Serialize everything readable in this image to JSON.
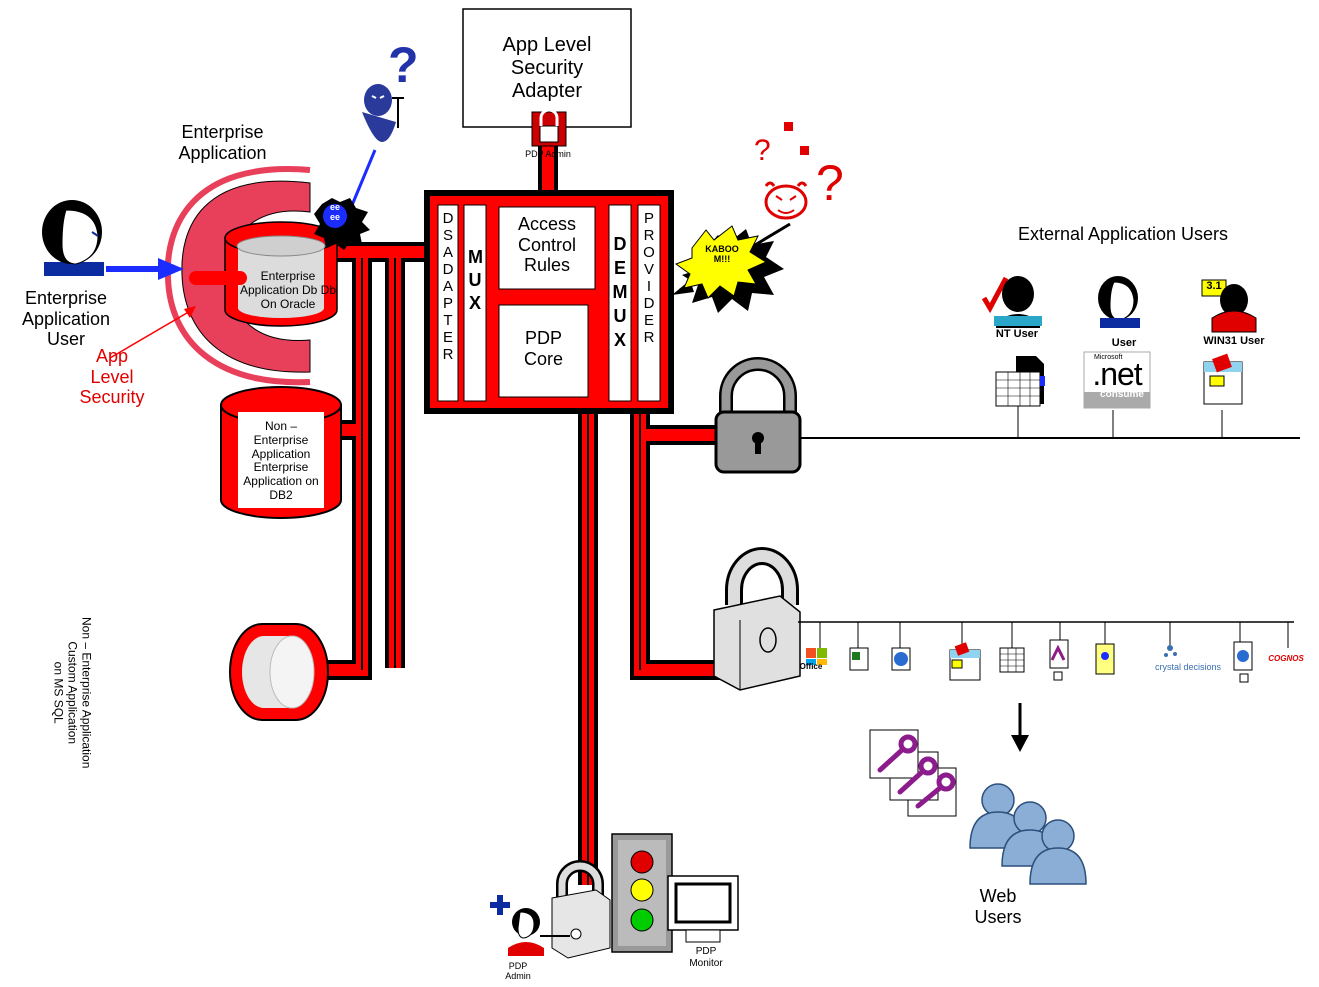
{
  "labels": {
    "app_level_security_adapter": "App Level\nSecurity\nAdapter",
    "pdp_admin_top": "PDP Admin",
    "enterprise_application": "Enterprise\nApplication",
    "enterprise_application_user": "Enterprise\nApplication\nUser",
    "app_level_security": "App\nLevel\nSecurity",
    "enterprise_app_db": "Enterprise\nApplication Db Db\nOn Oracle",
    "eyes": "ee\nee",
    "non_enterprise_db2": "Non –\nEnterprise\nApplication\nEnterprise\nApplication on\nDB2",
    "ms_sql": "Non – Enterprise Application\nCustom Application\non MS SQL",
    "ds_adapter": "DSADAPTER",
    "mux": "MUX",
    "access_control_rules": "Access\nControl\nRules",
    "pdp_core": "PDP\nCore",
    "de_mux": "DE\nMUX",
    "provider": "PROVIDER",
    "kaboom": "KABOO\nM!!!",
    "external_application_users": "External Application Users",
    "nt_user": "NT User",
    "user": "User",
    "win31_user": "WIN31 User",
    "win31_badge": "3.1",
    "dotnet": ".net",
    "microsoft": "Microsoft",
    "consumer": "consume",
    "office": "Office",
    "crystal": "crystal decisions",
    "cognos": "COGNOS",
    "web_users": "Web\nUsers",
    "pdp_admin_bottom": "PDP\nAdmin",
    "pdp_monitor": "PDP\nMonitor"
  },
  "colors": {
    "pipe": "#ff0000",
    "outline": "#000000",
    "arrow_blue": "#1a2cff",
    "db_grey": "#dcdcdc",
    "light_red": "#ff0000",
    "person_blue": "#0a2ca0",
    "key_purple": "#8c1c8c"
  }
}
